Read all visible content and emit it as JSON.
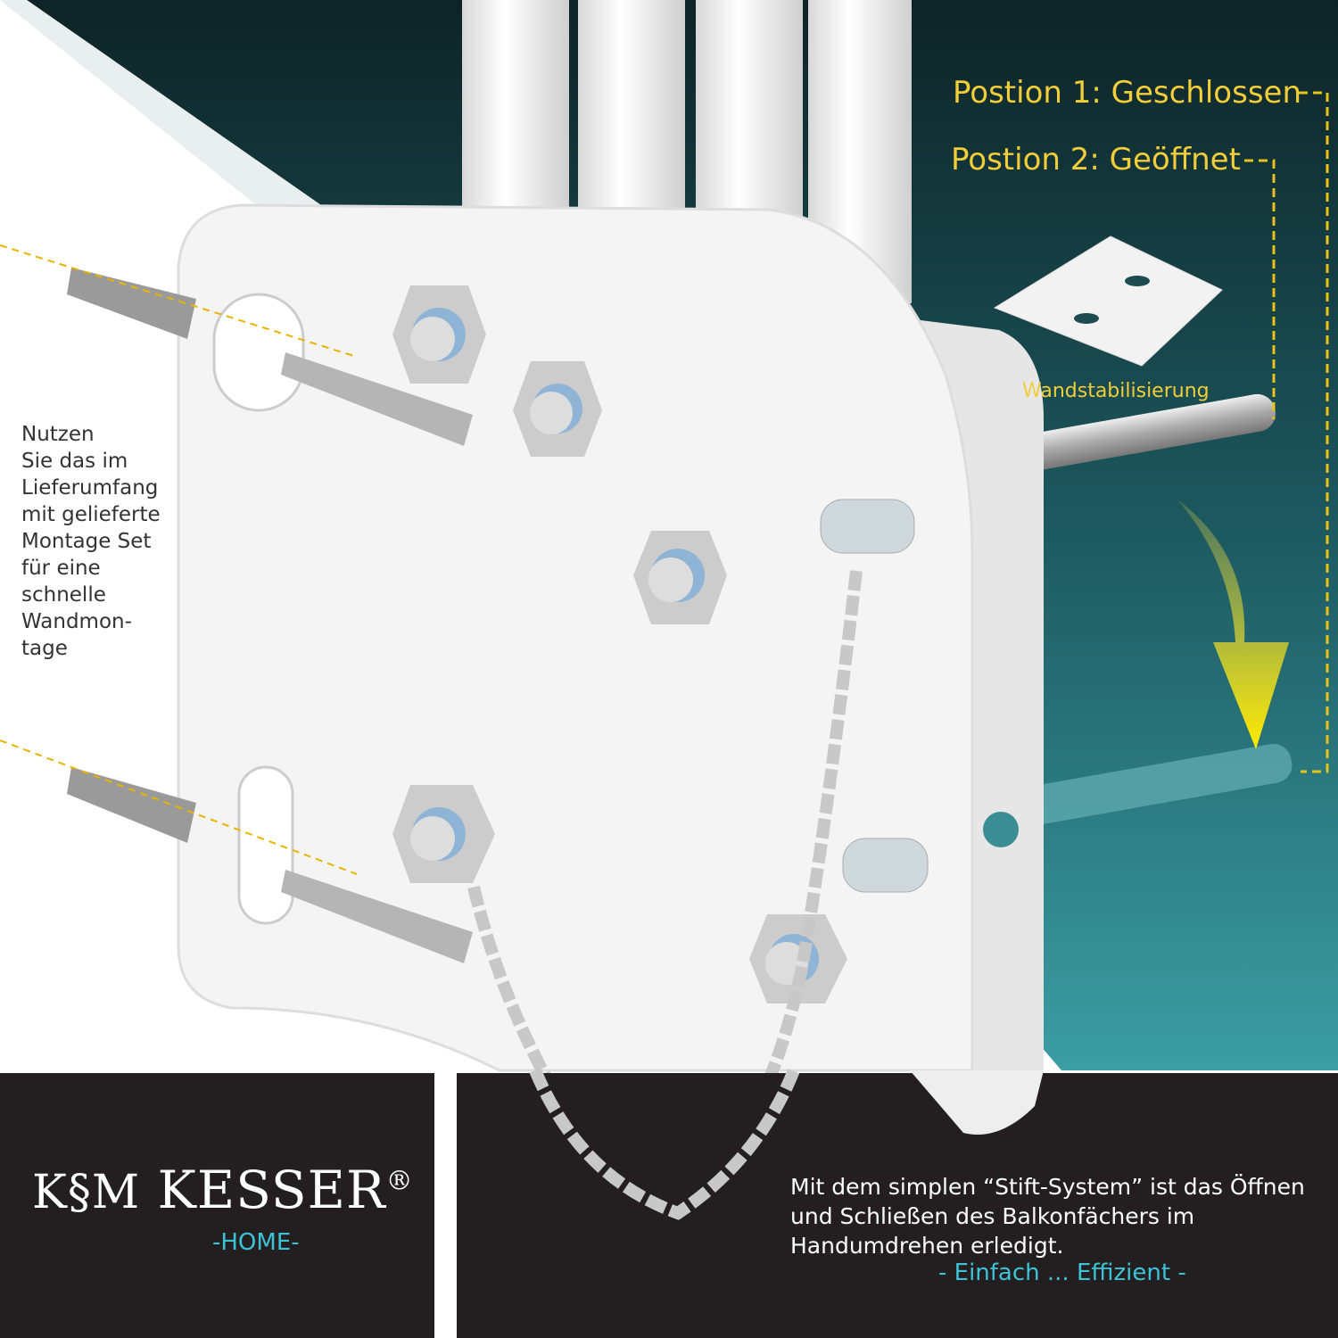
{
  "labels": {
    "position_1": "Postion 1: Geschlossen",
    "position_2": "Postion 2: Geöffnet",
    "wall_stabilizer": "Wandstabilisierung"
  },
  "side_text": [
    "Nutzen",
    "Sie das im",
    "Lieferumfang",
    "mit gelieferte",
    "Montage Set",
    "für eine",
    "schnelle",
    "Wandmon-",
    "tage"
  ],
  "brand": {
    "name": "KESSER",
    "registered": "®",
    "sub": "-HOME-"
  },
  "description": {
    "lines": [
      "Mit dem simplen “Stift-System” ist das Öffnen",
      "und Schließen des Balkonfächers im",
      "Handumdrehen erledigt."
    ],
    "tagline": "- Einfach ... Effizient -"
  },
  "colors": {
    "teal_dark": "#0f2a2e",
    "teal_light": "#3a9aa0",
    "label_yellow": "#f2cd3a",
    "accent_cyan": "#3cc3d6",
    "panel_black": "#231f20"
  }
}
